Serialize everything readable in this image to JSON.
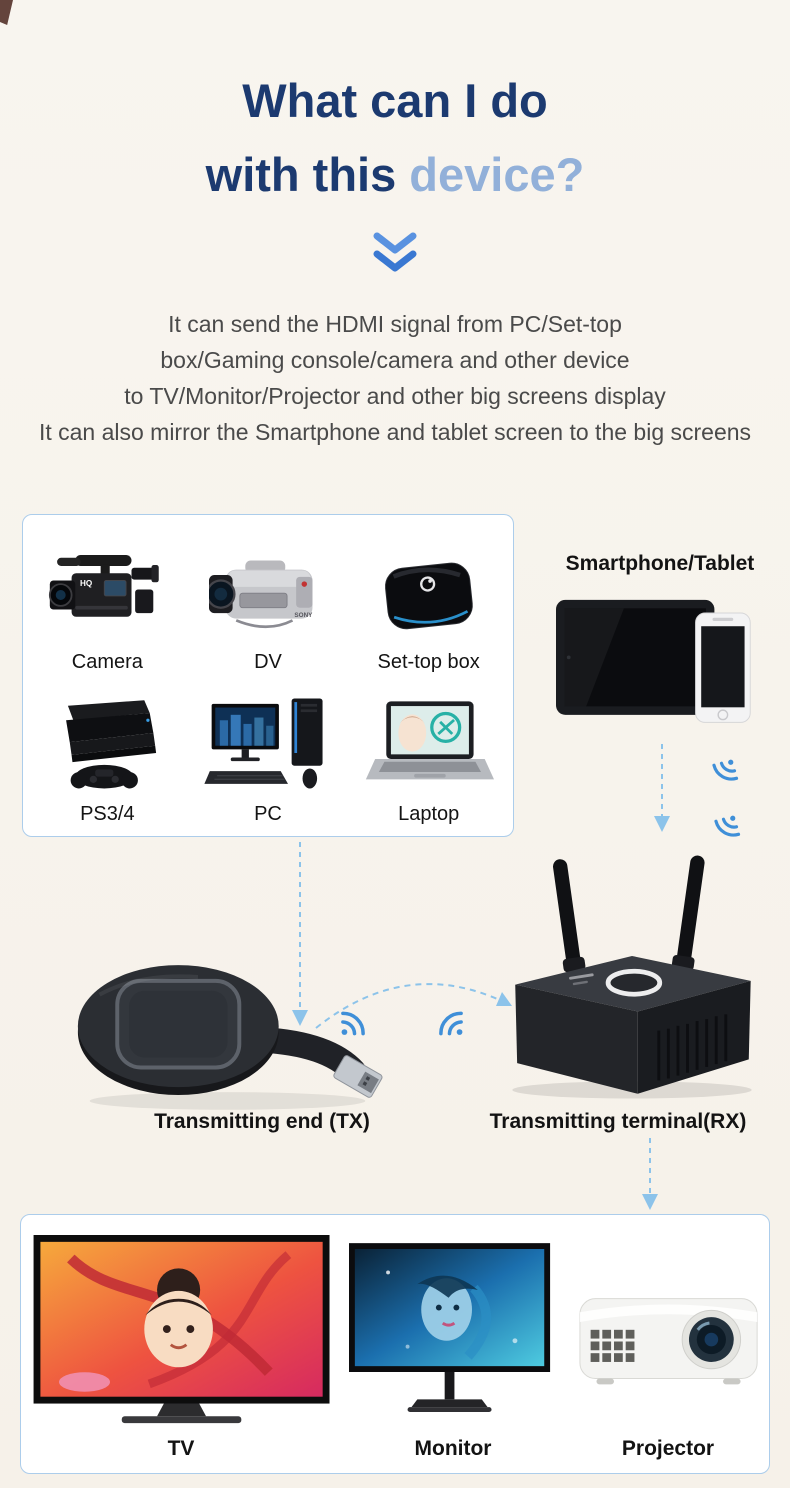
{
  "header": {
    "title_line1": "What can I do",
    "title_line2_prefix": "with this ",
    "title_line2_accent": "device?",
    "chevron_icon": "double-chevron-down-icon",
    "description_lines": [
      "It can send the HDMI signal from PC/Set-top",
      "box/Gaming console/camera and other device",
      "to TV/Monitor/Projector and other big screens display",
      "It can also mirror the Smartphone and tablet screen to the big screens"
    ]
  },
  "source_panel": {
    "items": [
      {
        "label": "Camera",
        "icon": "pro-camcorder-icon",
        "badge": "HQ"
      },
      {
        "label": "DV",
        "icon": "handheld-camcorder-icon",
        "badge": "SONY"
      },
      {
        "label": "Set-top box",
        "icon": "set-top-box-icon"
      },
      {
        "label": "PS3/4",
        "icon": "game-console-icon"
      },
      {
        "label": "PC",
        "icon": "desktop-pc-icon"
      },
      {
        "label": "Laptop",
        "icon": "laptop-icon"
      }
    ]
  },
  "mobile": {
    "label": "Smartphone/Tablet",
    "icon": "tablet-phone-icon"
  },
  "transmitters": {
    "tx_label": "Transmitting end (TX)",
    "tx_icon": "tx-dongle-icon",
    "rx_label": "Transmitting terminal(RX)",
    "rx_icon": "rx-box-icon"
  },
  "output_panel": {
    "items": [
      {
        "label": "TV",
        "icon": "tv-icon"
      },
      {
        "label": "Monitor",
        "icon": "monitor-icon"
      },
      {
        "label": "Projector",
        "icon": "projector-icon"
      }
    ]
  },
  "colors": {
    "accent_blue": "#3f7fd9",
    "title_navy": "#1c3a70",
    "title_accent": "#92b0d9",
    "panel_border": "#accdeb",
    "arrow_blue": "#8cc3ea",
    "wifi_blue": "#3f8fd8",
    "background": "#f7f3ec",
    "body_text": "#4a4a4a"
  }
}
